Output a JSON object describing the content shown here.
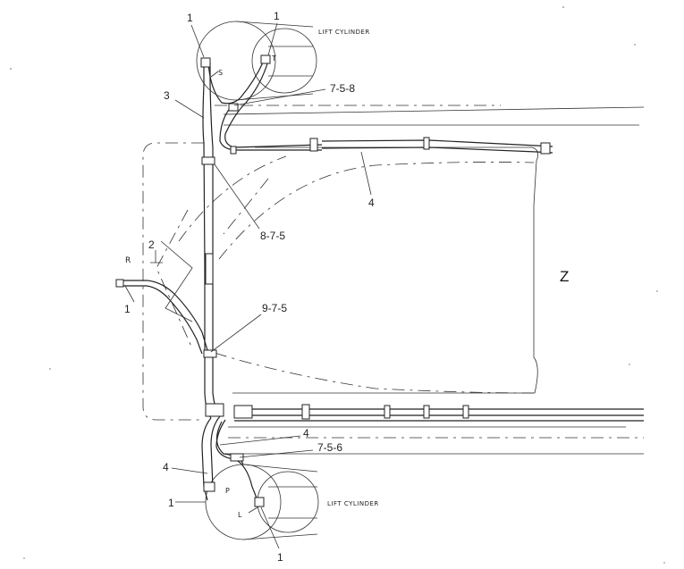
{
  "diagram": {
    "top_cylinder_label": "LIFT CYLINDER",
    "bottom_cylinder_label": "LIFT CYLINDER",
    "view_label": "Z",
    "callouts": {
      "top_1_left": "1",
      "top_1_right": "1",
      "port_s": "S",
      "port_t": "T",
      "c3": "3",
      "c758": "7-5-8",
      "c4_top": "4",
      "c875": "8-7-5",
      "c2": "2",
      "port_r": "R",
      "c1_left": "1",
      "c975": "9-7-5",
      "c4_mid": "4",
      "c756": "7-5-6",
      "c4_bottom": "4",
      "port_p": "P",
      "c1_bottom_left": "1",
      "port_l": "L",
      "c1_bottom": "1"
    }
  }
}
